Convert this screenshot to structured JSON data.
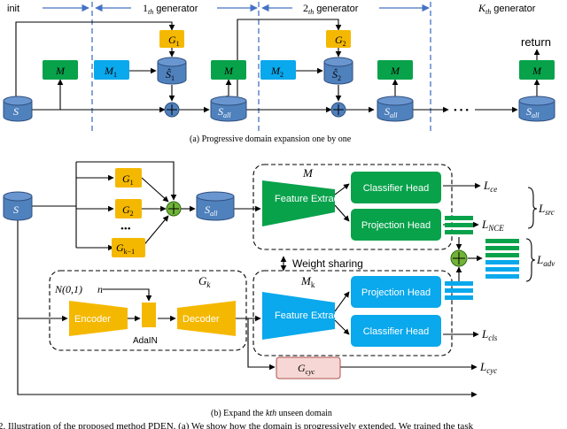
{
  "top_panel": {
    "header_init": "init",
    "header_gen1": "1",
    "header_gen1_sub": "th",
    "header_gen1_suffix": " generator",
    "header_gen2": "2",
    "header_gen2_sub": "th",
    "header_gen2_suffix": " generator",
    "header_genk": "K",
    "header_genk_sub": "th",
    "header_genk_suffix": " generator",
    "return_label": "return",
    "caption": "(a)  Progressive domain expansion one by one",
    "ellipsis": "• • •"
  },
  "bottom_panel": {
    "module_m_label": "M",
    "module_mk_label": "M",
    "module_mk_sub": "k",
    "feature_extractor": "Feature Extractor",
    "classifier_head": "Classifier Head",
    "projection_head": "Projection Head",
    "weight_sharing": "Weight sharing",
    "gk_label": "G",
    "gk_sub": "k",
    "noise_label": "N(0,1)",
    "n_label": "n",
    "encoder": "Encoder",
    "decoder": "Decoder",
    "adain": "AdaIN",
    "gcyc_label": "G",
    "gcyc_sub": "cyc",
    "dots": "•••",
    "caption_pre": "(b)  Expand the ",
    "caption_var": "kth",
    "caption_post": " unseen domain",
    "footer_text": "2. Illustration of the proposed method PDEN. (a) We show how the domain is progressively extended. We trained the task"
  },
  "losses": {
    "ce": "ce",
    "nce": "NCE",
    "src": "src",
    "adv": "adv",
    "cls": "cls",
    "cyc": "cyc"
  },
  "symbols": {
    "S": "S",
    "S_all": "S",
    "all": "all",
    "M": "M",
    "G": "G",
    "M1_sub": "1",
    "M2_sub": "2",
    "G1_sub": "1",
    "G2_sub": "2",
    "Gk1_sub": "k−1",
    "S_hat": "Ŝ",
    "L": "L"
  },
  "colors": {
    "green": "#08a24b",
    "yellow": "#f5b800",
    "blue": "#0aa8ec",
    "cyl_fill": "#4f81bd",
    "cyl_stroke": "#2f4f7f",
    "gcyc_fill": "#f6d7d5",
    "plus_fill": "#71b338"
  }
}
